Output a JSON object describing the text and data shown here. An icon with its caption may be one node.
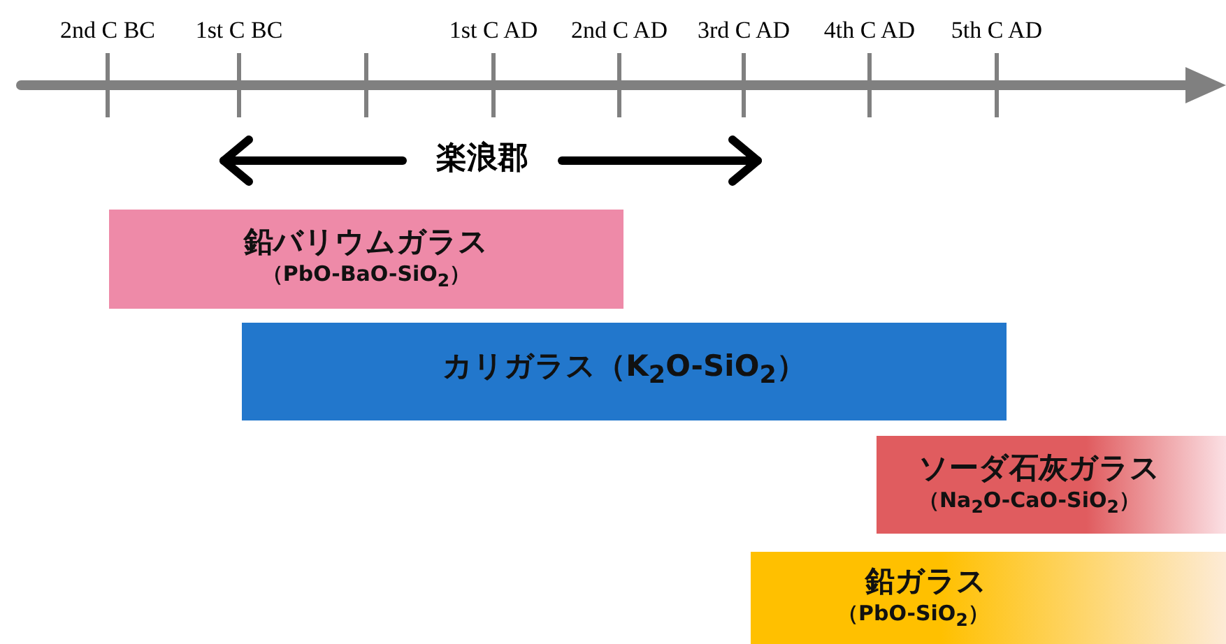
{
  "diagram": {
    "nodes": [
      {
        "text": [
          "鉛バリウムガラス",
          "（PbO-BaO-SiO$_{2}$）"
        ]
      },
      {
        "text": [
          "カリガラス（K$_{2}$O-SiO$_{2}$）"
        ]
      },
      {
        "text": [
          "ソーダ石灰ガラス",
          "（Na$_{2}$O-CaO-SiO$_{2}$）"
        ]
      },
      {
        "text": [
          "鉛ガラス",
          "（PbO-SiO$_{2}$）"
        ]
      }
    ],
    "edges": [],
    "labels": [
      "2nd C BC",
      "1st C BC",
      "1st C AD",
      "2nd C AD",
      "3rd C AD",
      "4th C AD",
      "5th C AD",
      "楽浪郡"
    ]
  }
}
